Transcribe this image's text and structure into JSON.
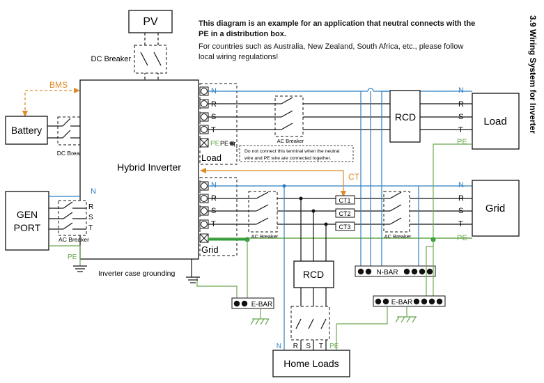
{
  "header": {
    "note_bold_1": "This diagram is an example for an application that neutral connects with the",
    "note_bold_2": "PE in a distribution box.",
    "note_1": "For countries such as Australia, New Zealand, South Africa, etc., please follow",
    "note_2": "local wiring regulations!",
    "section_title": "3.9 Wiring System for Inverter"
  },
  "labels": {
    "pv": "PV",
    "dc_breaker": "DC Breaker",
    "bms": "BMS",
    "battery": "Battery",
    "hybrid_inverter": "Hybrid Inverter",
    "gen_line1": "GEN",
    "gen_line2": "PORT",
    "ac_breaker": "AC Breaker",
    "pe": "PE",
    "pe_or": "PE or",
    "or_symbol": "⊗",
    "load_port": "Load",
    "grid_port": "Grid",
    "warning_1": "Do not connect this terminal when the neutral",
    "warning_2": "wire and PE wire are connected together.",
    "ct": "CT",
    "ct1": "CT1",
    "ct2": "CT2",
    "ct3": "CT3",
    "rcd": "RCD",
    "load": "Load",
    "grid": "Grid",
    "n": "N",
    "r": "R",
    "s": "S",
    "t": "T",
    "n_bar": "N-BAR",
    "e_bar": "E-BAR",
    "case_grounding": "Inverter case grounding",
    "home_loads": "Home Loads"
  },
  "colors": {
    "wire": "#111111",
    "neutral": "#2f7fc0",
    "pe": "#6aa84f",
    "pe_dot": "#2e9e3e",
    "bms": "#e0892a"
  }
}
